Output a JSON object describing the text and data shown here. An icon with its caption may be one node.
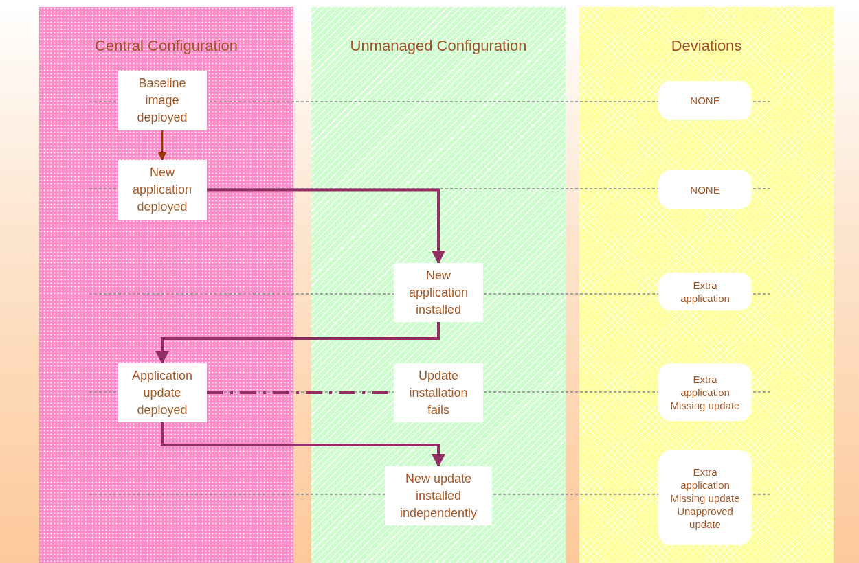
{
  "diagram": {
    "nodes": [
      {
        "text": [
          "Central Configuration"
        ]
      },
      {
        "text": [
          "Unmanaged Configuration"
        ]
      },
      {
        "text": [
          "Deviations"
        ]
      },
      {
        "text": [
          "Baseline image deployed"
        ],
        "in": 0
      },
      {
        "text": [
          "New application deployed"
        ],
        "in": 0
      },
      {
        "text": [
          "Application update deployed"
        ],
        "in": 0
      },
      {
        "text": [
          "New application installed"
        ],
        "in": 1
      },
      {
        "text": [
          "Update installation fails"
        ],
        "in": 1
      },
      {
        "text": [
          "New update installed independently"
        ],
        "in": 1
      },
      {
        "text": [
          "NONE"
        ],
        "in": 2
      },
      {
        "text": [
          "NONE"
        ],
        "in": 2
      },
      {
        "text": [
          "Extra application"
        ],
        "in": 2
      },
      {
        "text": [
          "Extra application",
          "Missing update"
        ],
        "in": 2
      },
      {
        "text": [
          "Extra application",
          "Missing update",
          "Unapproved update"
        ],
        "in": 2
      }
    ],
    "edges": [
      {
        "from": 3,
        "to": 4,
        "arrow": "to",
        "color": "#993300"
      },
      {
        "from": 4,
        "to": 6,
        "arrow": "to"
      },
      {
        "from": 6,
        "to": 5,
        "arrow": "to"
      },
      {
        "from": 5,
        "to": 7,
        "arrow": "none",
        "style": "dashed"
      },
      {
        "from": 5,
        "to": 8,
        "arrow": "to"
      }
    ]
  }
}
